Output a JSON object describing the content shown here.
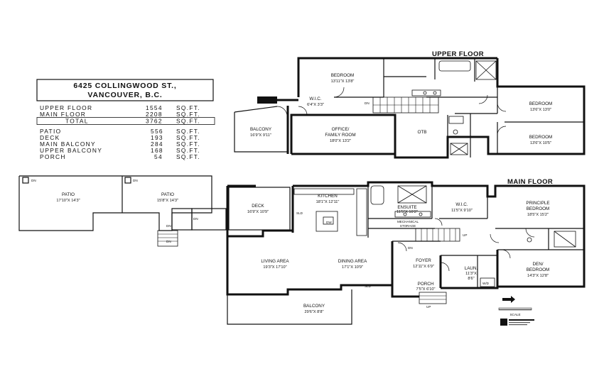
{
  "address": {
    "line1": "6425 COLLINGWOOD ST.,",
    "line2": "VANCOUVER, B.C."
  },
  "areas": {
    "upper": {
      "label": "UPPER FLOOR",
      "value": "1554",
      "unit": "SQ.FT."
    },
    "main": {
      "label": "MAIN FLOOR",
      "value": "2208",
      "unit": "SQ.FT."
    },
    "total": {
      "label": "TOTAL",
      "value": "3762",
      "unit": "SQ.FT."
    },
    "patio": {
      "label": "PATIO",
      "value": "556",
      "unit": "SQ.FT."
    },
    "deck": {
      "label": "DECK",
      "value": "193",
      "unit": "SQ.FT."
    },
    "main_balcony": {
      "label": "MAIN BALCONY",
      "value": "284",
      "unit": "SQ.FT."
    },
    "upper_balcony": {
      "label": "UPPER BALCONY",
      "value": "168",
      "unit": "SQ.FT."
    },
    "porch": {
      "label": "PORCH",
      "value": "54",
      "unit": "SQ.FT."
    }
  },
  "floors": {
    "upper": "UPPER FLOOR",
    "main": "MAIN FLOOR"
  },
  "rooms": {
    "bedroom_1": {
      "name": "BEDROOM",
      "dim": "13'11\"X 13'8\""
    },
    "wic_upper": {
      "name": "W.I.C.",
      "dim": "6'4\"X 3'3\""
    },
    "bedroom_2": {
      "name": "BEDROOM",
      "dim": "13'6\"X 13'0\""
    },
    "bedroom_3": {
      "name": "BEDROOM",
      "dim": "13'6\"X 10'5\""
    },
    "balcony_upper": {
      "name": "BALCONY",
      "dim": "16'9\"X 9'11\""
    },
    "office_1": "OFFICE/",
    "office_2": "FAMILY ROOM",
    "office_dim": "18'0\"X 13'2\"",
    "otb": "OTB",
    "patio_1": {
      "name": "PATIO",
      "dim": "17'10\"X 14'3\""
    },
    "patio_2": {
      "name": "PATIO",
      "dim": "15'8\"X 14'3\""
    },
    "deck": {
      "name": "DECK",
      "dim": "16'9\"X 10'9\""
    },
    "kitchen": {
      "name": "KITCHEN",
      "dim": "18'1\"X 12'11\""
    },
    "ensuite": {
      "name": "ENSUITE",
      "dim": "11'5\"X 10'2\""
    },
    "wic_main": {
      "name": "W.I.C.",
      "dim": "11'5\"X 9'10\""
    },
    "principle_1": "PRINCIPLE",
    "principle_2": "BEDROOM",
    "principle_dim": "18'5\"X 15'2\"",
    "mech_1": "MECHANICAL",
    "mech_2": "STORAGE",
    "living": {
      "name": "LIVING AREA",
      "dim": "19'3\"X 17'10\""
    },
    "dining": {
      "name": "DINING AREA",
      "dim": "17'1\"X 10'9\""
    },
    "foyer": {
      "name": "FOYER",
      "dim": "12'11\"X 6'9\""
    },
    "laun": {
      "name": "LAUN.",
      "dim1": "11'3\"X",
      "dim2": "8'6\""
    },
    "den_1": "DEN/",
    "den_2": "BEDROOM",
    "den_dim": "14'3\"X 12'8\"",
    "porch": {
      "name": "PORCH",
      "dim": "7'5\"X 6'10\""
    },
    "balcony_main": {
      "name": "BALCONY",
      "dim": "29'6\"X 8'8\""
    }
  },
  "marks": {
    "dn": "DN",
    "up": "UP",
    "sld": "SLD",
    "dw": "DW",
    "wd": "W/D"
  },
  "legend": {
    "scale": "SCALE"
  }
}
